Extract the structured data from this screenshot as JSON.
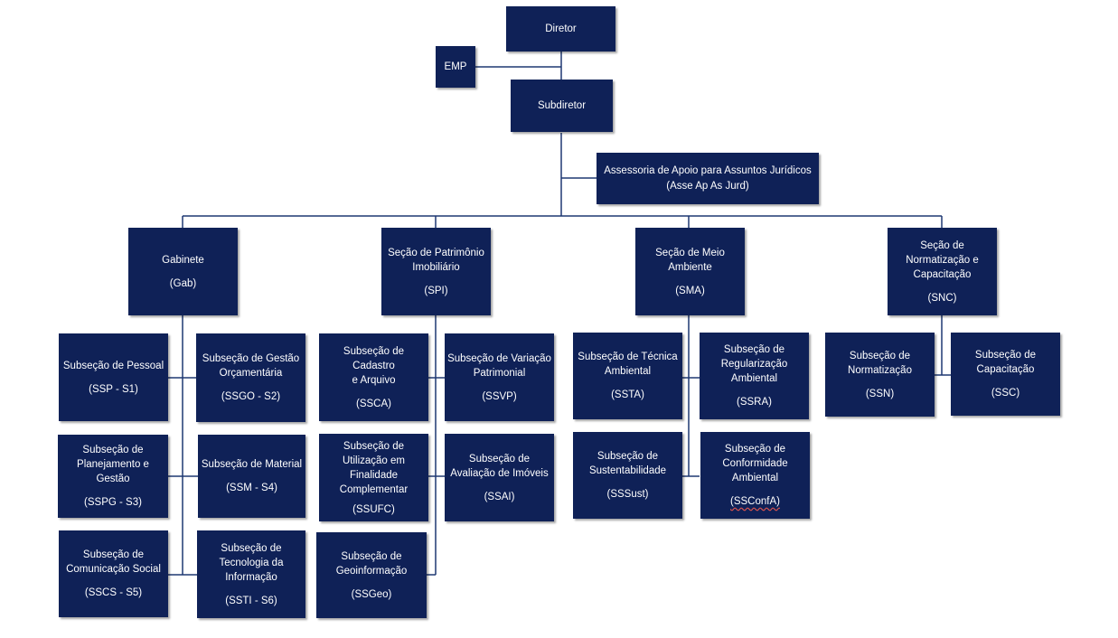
{
  "org": {
    "diretor": {
      "name": "Diretor",
      "abbr": ""
    },
    "emp": {
      "name": "EMP",
      "abbr": ""
    },
    "subdiretor": {
      "name": "Subdiretor",
      "abbr": ""
    },
    "assessoria": {
      "name": "Assessoria de Apoio para Assuntos Jurídicos",
      "abbr": "(Asse Ap As Jurd)"
    },
    "gabinete": {
      "name": "Gabinete",
      "abbr": "(Gab)"
    },
    "spi": {
      "name": "Seção de Patrimônio\nImobiliário",
      "abbr": "(SPI)"
    },
    "sma": {
      "name": "Seção de Meio\nAmbiente",
      "abbr": "(SMA)"
    },
    "snc": {
      "name": "Seção de\nNormatização e\nCapacitação",
      "abbr": "(SNC)"
    },
    "ssp": {
      "name": "Subseção de Pessoal",
      "abbr": "(SSP - S1)"
    },
    "ssgo": {
      "name": "Subseção de Gestão\nOrçamentária",
      "abbr": "(SSGO - S2)"
    },
    "sspg": {
      "name": "Subseção de\nPlanejamento e\nGestão",
      "abbr": "(SSPG - S3)"
    },
    "ssm": {
      "name": "Subseção de Material",
      "abbr": "(SSM - S4)"
    },
    "sscs": {
      "name": "Subseção de\nComunicação Social",
      "abbr": "(SSCS - S5)"
    },
    "ssti": {
      "name": "Subseção de\nTecnologia da\nInformação",
      "abbr": "(SSTI - S6)"
    },
    "ssca": {
      "name": "Subseção de Cadastro\ne Arquivo",
      "abbr": "(SSCA)"
    },
    "ssvp": {
      "name": "Subseção de Variação\nPatrimonial",
      "abbr": "(SSVP)"
    },
    "ssufc": {
      "name": "Subseção de\nUtilização em\nFinalidade\nComplementar",
      "abbr": "(SSUFC)"
    },
    "ssai": {
      "name": "Subseção de\nAvaliação de Imóveis",
      "abbr": "(SSAI)"
    },
    "ssgeo": {
      "name": "Subseção de\nGeoinformação",
      "abbr": "(SSGeo)"
    },
    "ssta": {
      "name": "Subseção de Técnica\nAmbiental",
      "abbr": "(SSTA)"
    },
    "ssra": {
      "name": "Subseção de\nRegularização\nAmbiental",
      "abbr": "(SSRA)"
    },
    "sssust": {
      "name": "Subseção de\nSustentabilidade",
      "abbr": "(SSSust)"
    },
    "ssconfa": {
      "name": "Subseção de\nConformidade\nAmbiental",
      "abbr": "(SSConfA)"
    },
    "ssn": {
      "name": "Subseção de\nNormatização",
      "abbr": "(SSN)"
    },
    "ssc": {
      "name": "Subseção de\nCapacitação",
      "abbr": "(SSC)"
    }
  },
  "colors": {
    "box": "#0f2157",
    "line": "#1f3872",
    "text": "#ffffff"
  }
}
